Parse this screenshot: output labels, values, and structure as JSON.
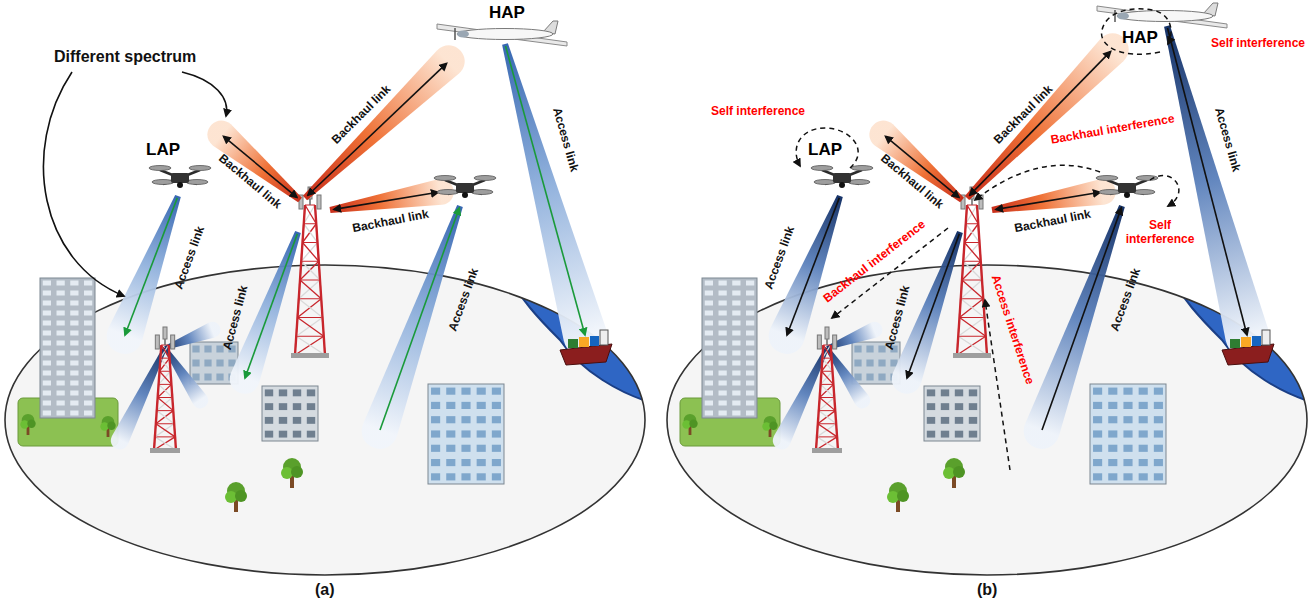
{
  "diagram": {
    "nodes": [
      {
        "text": [
          "HAP"
        ]
      },
      {
        "text": [
          "LAP"
        ]
      },
      {
        "text": [
          "HAP"
        ]
      },
      {
        "text": [
          "LAP"
        ]
      }
    ],
    "labels": [
      "Different spectrum",
      "Backhaul link",
      "Backhaul link",
      "Backhaul link",
      "Access link",
      "Access link",
      "Access link",
      "Access link",
      "(a)",
      "Self interference",
      "Self interference",
      "Backhaul link",
      "Backhaul link",
      "Backhaul interference",
      "Self interference",
      "Backhaul link",
      "Backhaul interference",
      "Access interference",
      "Access link",
      "Access link",
      "Access link",
      "Access link",
      "(b)"
    ]
  }
}
